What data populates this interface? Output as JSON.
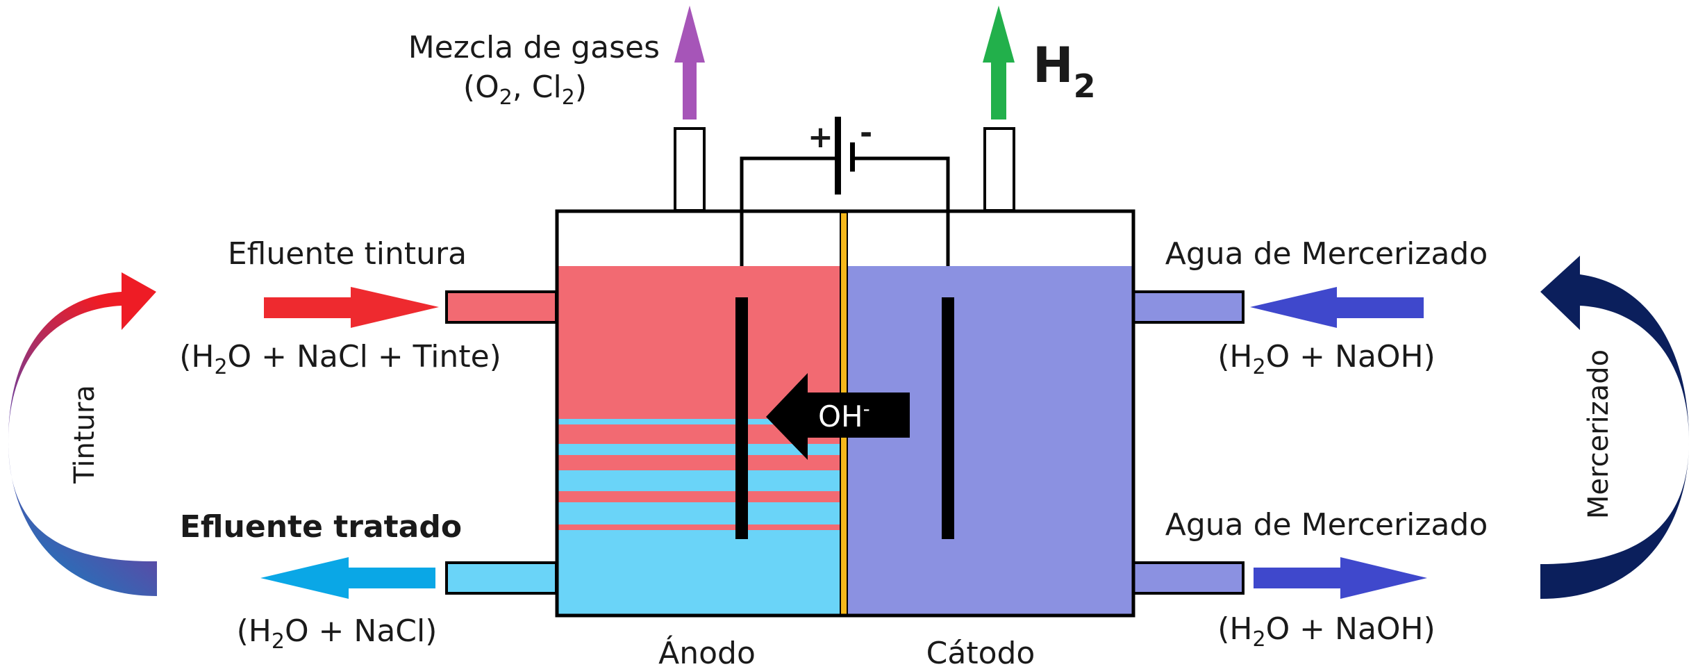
{
  "top": {
    "gas_mix_label": "Mezcla de gases",
    "gas_mix_formula": {
      "open": "(O",
      "sub1": "2",
      "mid": ", Cl",
      "sub2": "2",
      "close": ")"
    },
    "h2": {
      "base": "H",
      "sub": "2"
    },
    "battery": {
      "plus": "+",
      "minus": "-"
    }
  },
  "left": {
    "inlet_label": "Efluente tintura",
    "inlet_formula": {
      "open": "(H",
      "sub": "2",
      "rest": "O + NaCl + Tinte)"
    },
    "outlet_label": "Efluente tratado",
    "outlet_formula": {
      "open": "(H",
      "sub": "2",
      "rest": "O + NaCl)"
    },
    "loop_label": "Tintura"
  },
  "right": {
    "inlet_label": "Agua de Mercerizado",
    "inlet_formula": {
      "open": "(H",
      "sub": "2",
      "rest": "O + NaOH)"
    },
    "outlet_label": "Agua de Mercerizado",
    "outlet_formula": {
      "open": "(H",
      "sub": "2",
      "rest": "O + NaOH)"
    },
    "loop_label": "Mercerizado"
  },
  "cell": {
    "ion": {
      "base": "OH",
      "sup": "-"
    },
    "anode_label": "Ánodo",
    "cathode_label": "Cátodo"
  },
  "colors": {
    "dye_red": "#f26a72",
    "treated_blue": "#6ad4f8",
    "catholyte": "#8b91e1",
    "membrane": "#f5b81c",
    "arrow_red": "#ee2a2f",
    "arrow_cyan": "#0aa7e6",
    "arrow_blue": "#3f48cc",
    "gas_purple": "#a655b8",
    "h2_green": "#22b04b",
    "navy": "#0b1f5c"
  }
}
